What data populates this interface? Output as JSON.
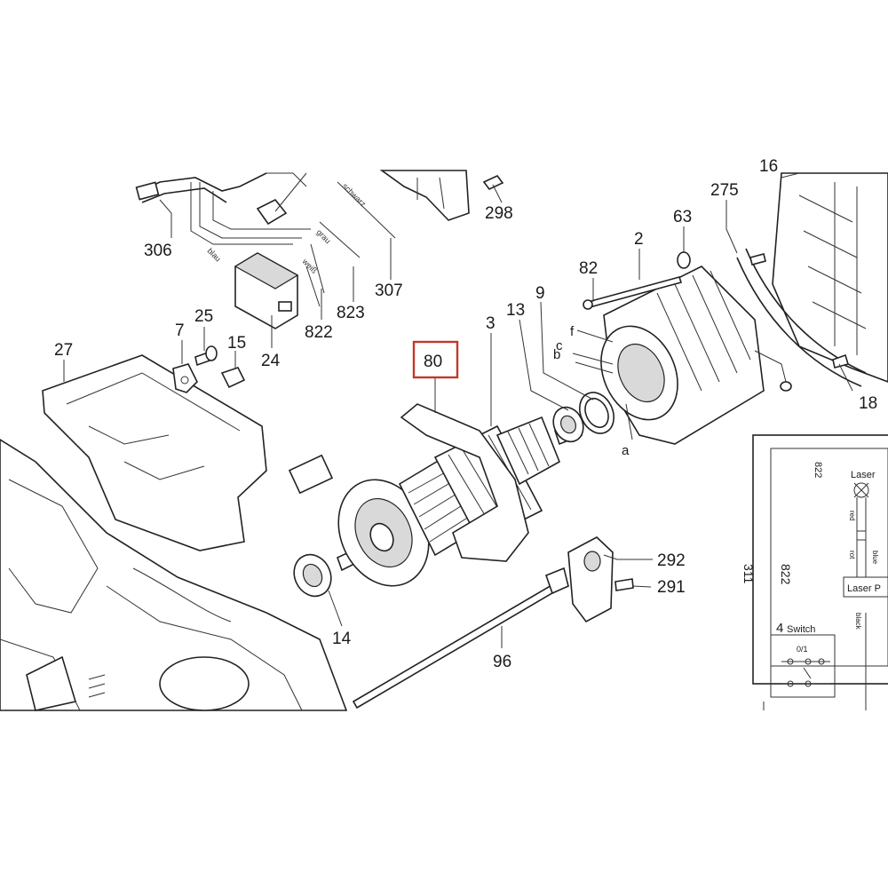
{
  "highlighted_part": "80",
  "highlight_color": "#c0392b",
  "callouts": {
    "p306": "306",
    "p298": "298",
    "p275": "275",
    "p307": "307",
    "p823": "823",
    "p822": "822",
    "p24": "24",
    "p7": "7",
    "p25": "25",
    "p15": "15",
    "p27": "27",
    "p82": "82",
    "p2": "2",
    "p63": "63",
    "p3": "3",
    "p13": "13",
    "p9": "9",
    "p80": "80",
    "p18": "18",
    "p292": "292",
    "p291": "291",
    "p14": "14",
    "p96": "96",
    "p_top_cut": "16",
    "sub_a": "a",
    "sub_b": "b",
    "sub_c": "c",
    "sub_f": "f"
  },
  "wire_labels": {
    "schwarz": "schwarz",
    "grau": "grau",
    "weiss": "weiß",
    "blau": "blau",
    "rot": "rot"
  },
  "schematic": {
    "laser": "Laser",
    "laser_p": "Laser P",
    "switch_num": "4",
    "switch": "Switch",
    "s822a": "822",
    "s822b": "822",
    "s311": "311",
    "red": "red",
    "blue": "blue",
    "black": "black",
    "rot": "rot",
    "ground": "0/1"
  }
}
